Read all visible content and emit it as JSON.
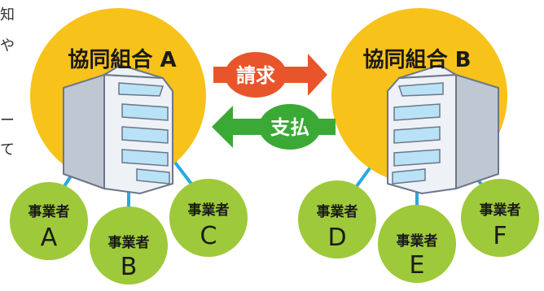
{
  "clipped_text": [
    "知",
    "や",
    "ー",
    "て"
  ],
  "coops": [
    {
      "title": "協同組合 A"
    },
    {
      "title": "協同組合 B"
    }
  ],
  "arrows": {
    "request": {
      "label": "請求",
      "color": "#e8552a"
    },
    "payment": {
      "label": "支払",
      "color": "#3aa935"
    }
  },
  "businesses": [
    {
      "label": "事業者",
      "letter": "A"
    },
    {
      "label": "事業者",
      "letter": "B"
    },
    {
      "label": "事業者",
      "letter": "C"
    },
    {
      "label": "事業者",
      "letter": "D"
    },
    {
      "label": "事業者",
      "letter": "E"
    },
    {
      "label": "事業者",
      "letter": "F"
    }
  ],
  "colors": {
    "coop_circle": "#f7c21a",
    "business_circle": "#9ec93a",
    "connector": "#26a9e0",
    "building_face": "#d6dce6",
    "building_window": "#b9e2f6"
  }
}
